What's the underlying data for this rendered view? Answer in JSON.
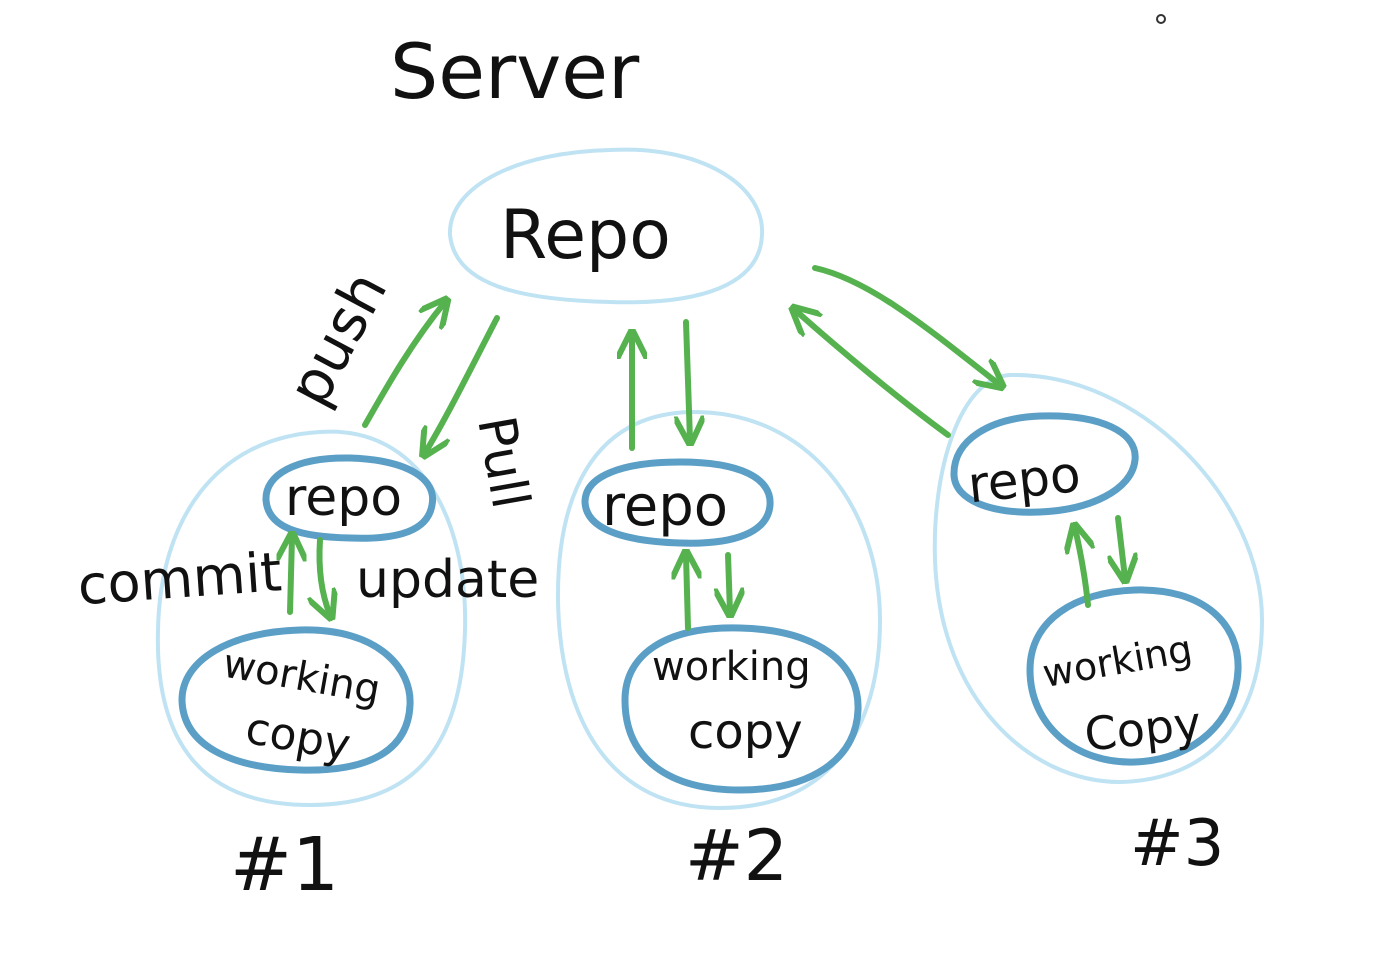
{
  "server_label": "Server",
  "server_repo_label": "Repo",
  "push_label": "push",
  "pull_label": "Pull",
  "commit_label": "commit",
  "update_label": "update",
  "clients": [
    {
      "repo_label": "repo",
      "working_label_line1": "working",
      "working_label_line2": "copy",
      "number_label": "#1"
    },
    {
      "repo_label": "repo",
      "working_label_line1": "working",
      "working_label_line2": "copy",
      "number_label": "#2"
    },
    {
      "repo_label": "repo",
      "working_label_line1": "working",
      "working_label_line2": "Copy",
      "number_label": "#3"
    }
  ],
  "colors": {
    "outline_light": "#bfe3f3",
    "outline_dark": "#5b9fc6",
    "arrow": "#55b24f",
    "ink": "#111111"
  }
}
